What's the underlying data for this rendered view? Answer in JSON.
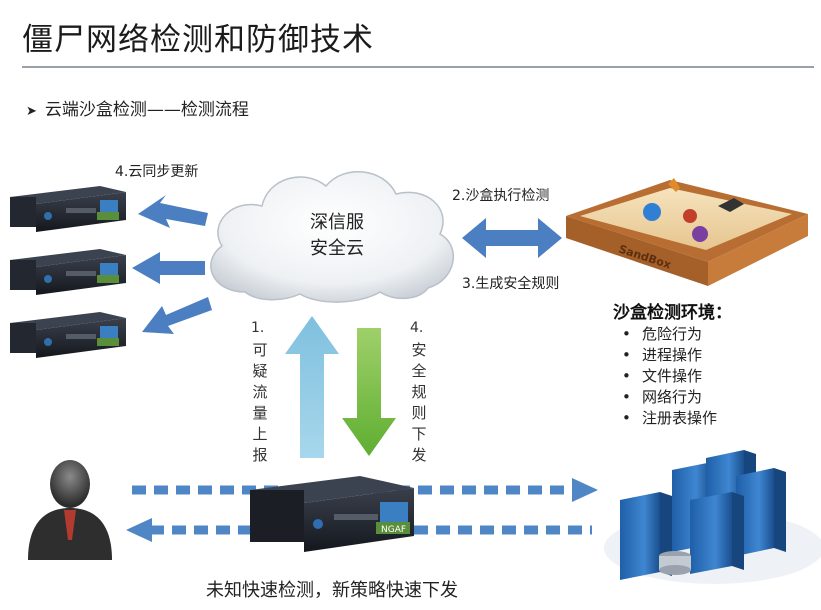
{
  "slide": {
    "title": "僵尸网络检测和防御技术",
    "bullet": "云端沙盒检测——检测流程"
  },
  "cloud": {
    "line1": "深信服",
    "line2": "安全云"
  },
  "labels": {
    "cloud_sync": "4.云同步更新",
    "sandbox_exec": "2.沙盒执行检测",
    "gen_rules": "3.生成安全规则",
    "upload_num": "1.",
    "upload_text": "可疑流量上报",
    "rules_num": "4.",
    "rules_text": "安全规则下发"
  },
  "sandbox": {
    "sign": "SandBox"
  },
  "device": {
    "badge": "NGAF"
  },
  "environment": {
    "title": "沙盒检测环境：",
    "items": [
      "危险行为",
      "进程操作",
      "文件操作",
      "网络行为",
      "注册表操作"
    ],
    "bullet_char": "•"
  },
  "caption": "未知快速检测，新策略快速下发",
  "colors": {
    "arrow_blue": "#4b7fc2",
    "arrow_lightblue": "#8ecae6",
    "arrow_green": "#7cc04b",
    "device_dark": "#1f232b",
    "device_blue": "#2f6fb0",
    "sandbox_wood": "#c77c3c",
    "sand": "#f0d6a6"
  }
}
